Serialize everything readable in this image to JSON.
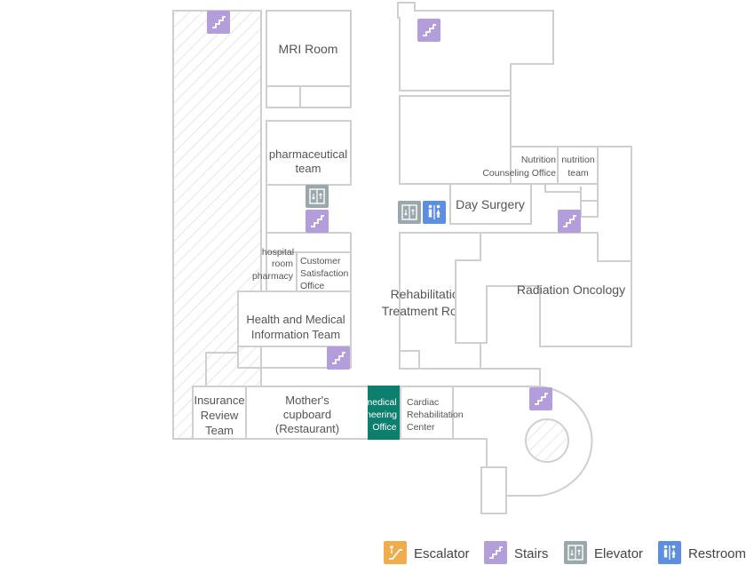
{
  "rooms": {
    "mri": "MRI Room",
    "pharma_1": "pharmaceutical",
    "pharma_2": "team",
    "hosp_1": "hospital",
    "hosp_2": "room",
    "hosp_3": "pharmacy",
    "cust_1": "Customer",
    "cust_2": "Satisfaction",
    "cust_3": "Office",
    "health_1": "Health and Medical",
    "health_2": "Information Team",
    "ins_1": "Insurance",
    "ins_2": "Review",
    "ins_3": "Team",
    "mother_1": "Mother's",
    "mother_2": "cupboard",
    "mother_3": "(Restaurant)",
    "bio_1": "Biomedical",
    "bio_2": "Engineering",
    "bio_3": "Office",
    "cardiac_1": "Cardiac",
    "cardiac_2": "Rehabilitation",
    "cardiac_3": "Center",
    "nutc_1": "Nutrition",
    "nutc_2": "Counseling Office",
    "nutt_1": "nutrition",
    "nutt_2": "team",
    "day_surgery": "Day Surgery",
    "rehab_1": "Rehabilitation",
    "rehab_2": "Treatment Room",
    "radiation": "Radiation Oncology"
  },
  "legend": [
    {
      "key": "escalator",
      "label": "Escalator",
      "color": "#f0ad4e",
      "icon": "escalator-icon"
    },
    {
      "key": "stairs",
      "label": "Stairs",
      "color": "#b39ddb",
      "icon": "stairs-icon"
    },
    {
      "key": "elevator",
      "label": "Elevator",
      "color": "#9aa7ab",
      "icon": "elevator-icon"
    },
    {
      "key": "restroom",
      "label": "Restroom",
      "color": "#5c8fe0",
      "icon": "restroom-icon"
    }
  ],
  "colors": {
    "wall": "#cfcfcf",
    "highlight_room": "#0d7f6e",
    "stairs": "#b39ddb",
    "elevator": "#9aa7ab",
    "restroom": "#5c8fe0",
    "escalator": "#f0ad4e"
  }
}
